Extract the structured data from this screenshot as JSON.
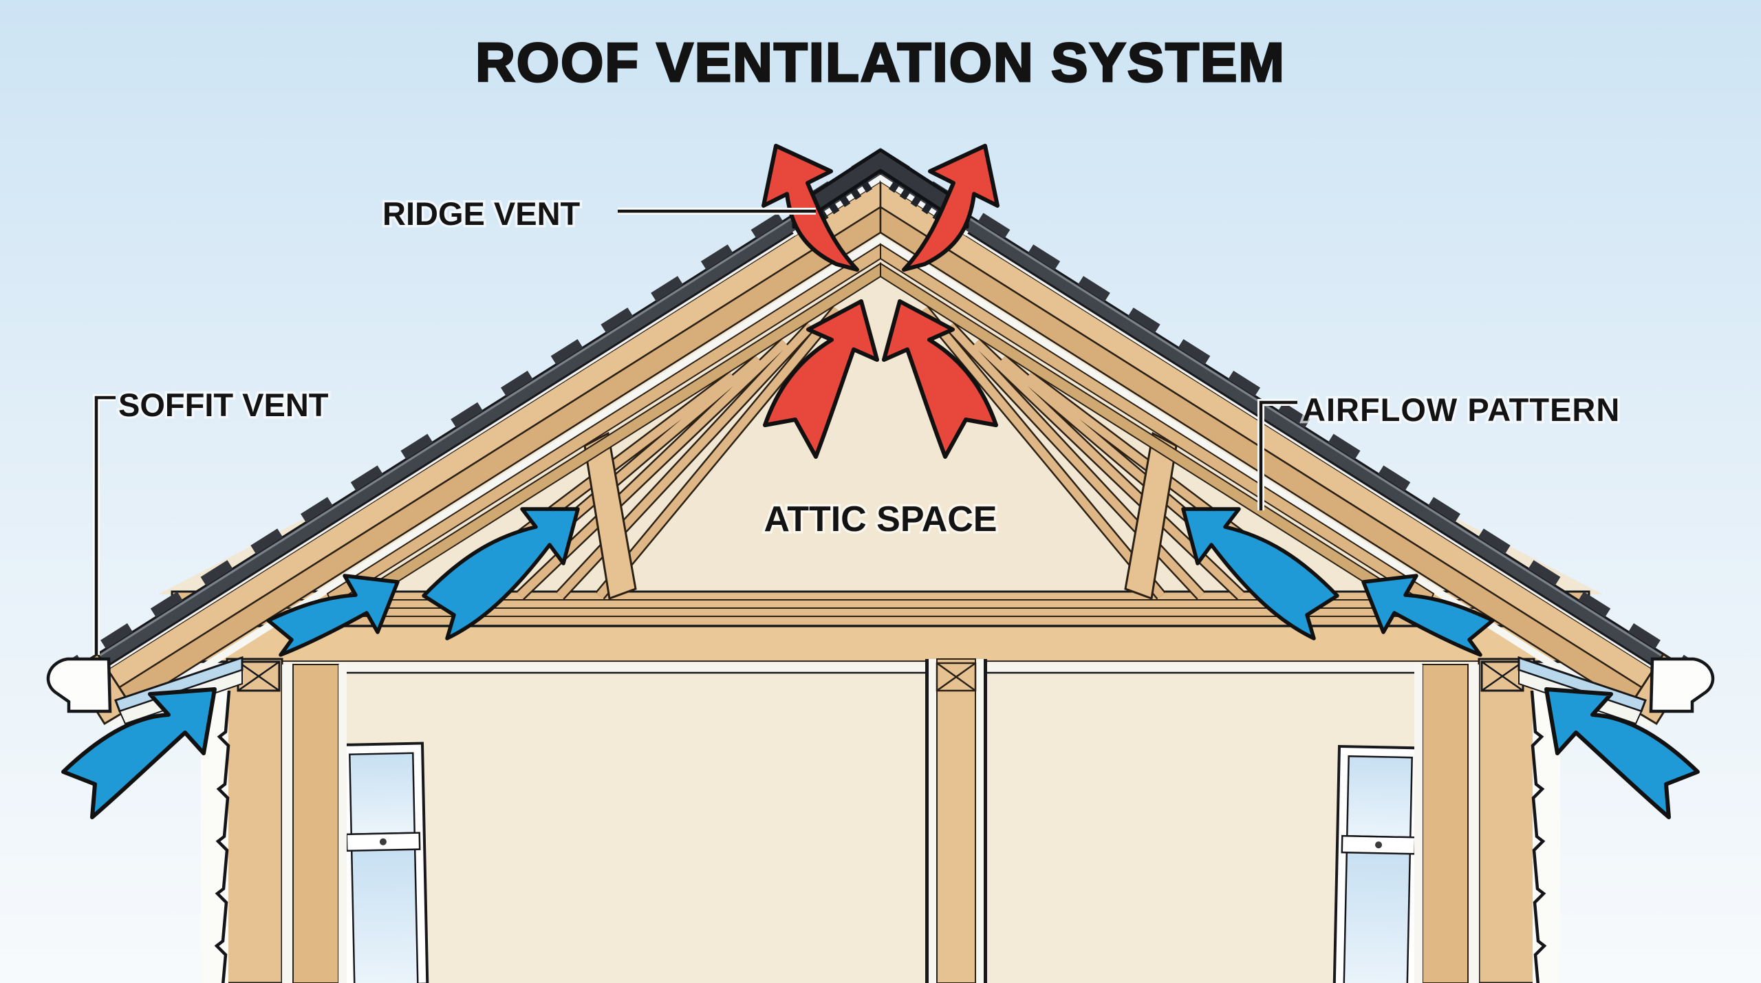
{
  "title": "ROOF VENTILATION SYSTEM",
  "labels": {
    "ridge_vent": "RIDGE VENT",
    "soffit_vent": "SOFFIT VENT",
    "airflow_pattern": "AIRFLOW PATTERN",
    "attic_space": "ATTIC SPACE"
  },
  "colors": {
    "sky_top": "#cde4f4",
    "sky_bottom": "#f7fafc",
    "shingle": "#41454c",
    "wood_light": "#e6c293",
    "wood_mid": "#d7ae79",
    "attic_cream": "#f1e7d2",
    "room_cream": "#f3ead7",
    "hot_air": "#e8473c",
    "cool_air": "#1f9ad6",
    "outline": "#17181c",
    "window_glass": "#cde4f4"
  },
  "arrows": {
    "hot_air_count": 4,
    "cool_air_count": 6
  }
}
